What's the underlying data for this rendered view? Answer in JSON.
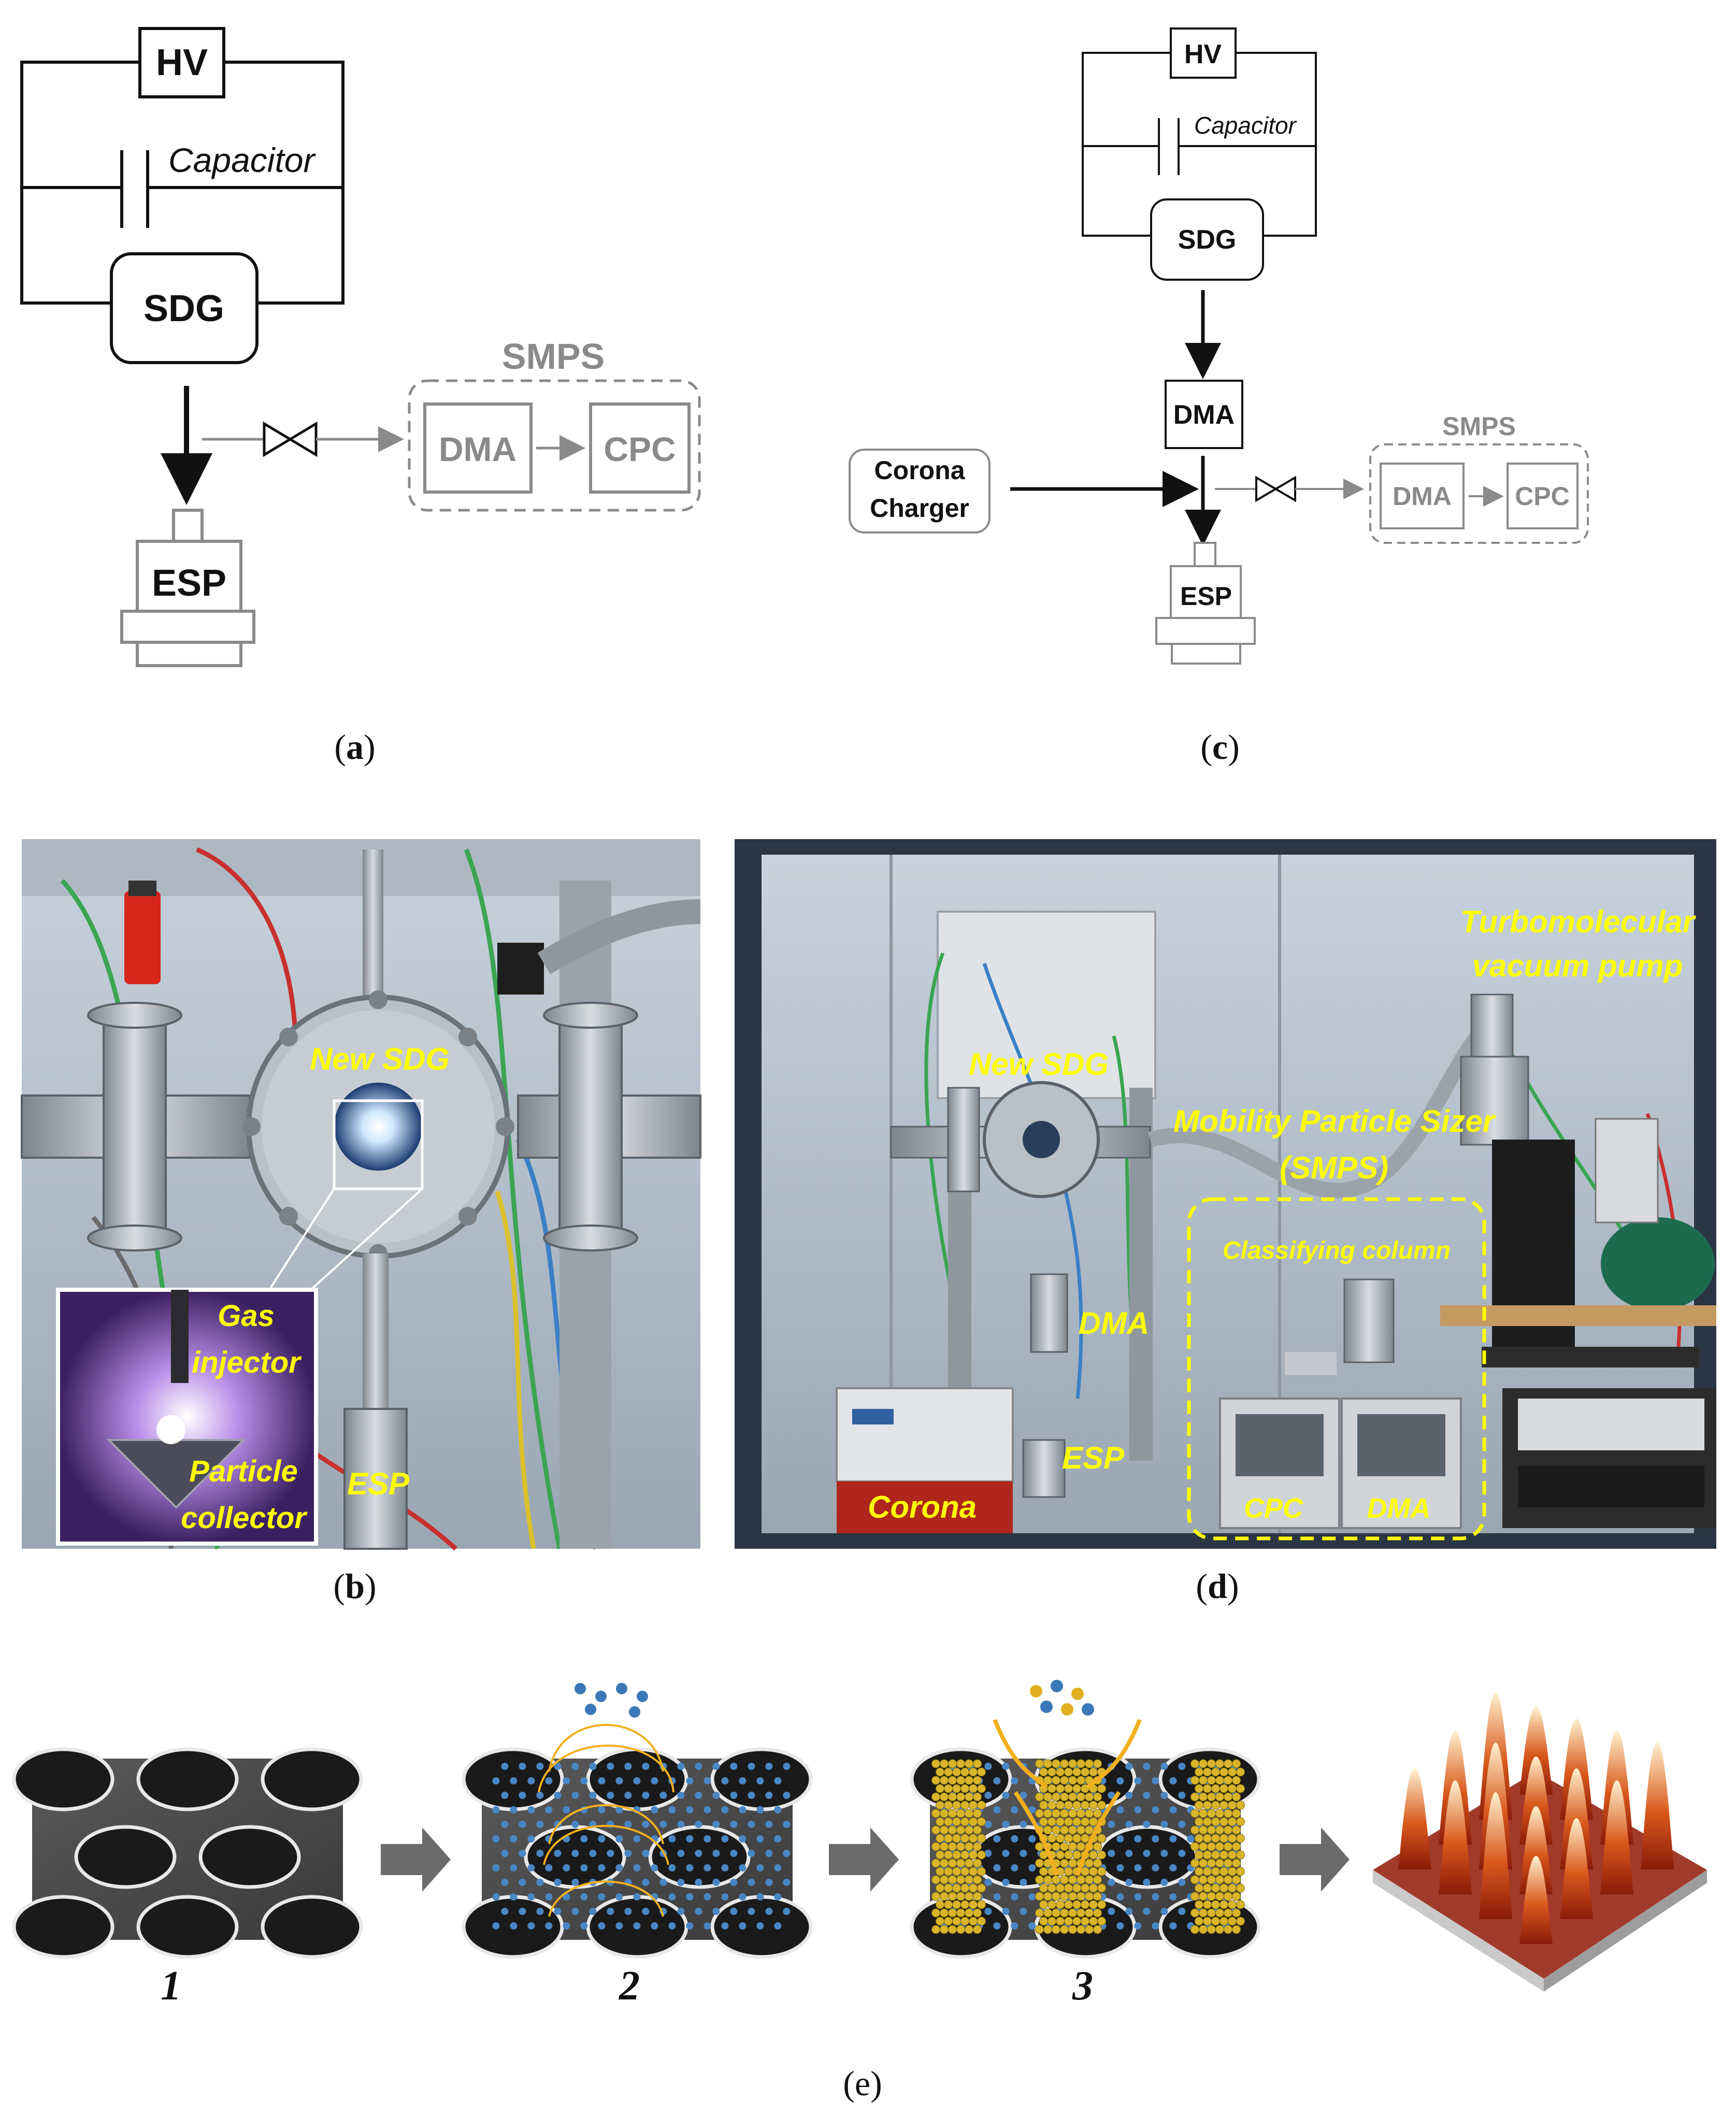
{
  "panel_a": {
    "hv": "HV",
    "capacitor": "Capacitor",
    "sdg": "SDG",
    "esp": "ESP",
    "smps": "SMPS",
    "dma": "DMA",
    "cpc": "CPC",
    "caption": "a"
  },
  "panel_c": {
    "hv": "HV",
    "capacitor": "Capacitor",
    "sdg": "SDG",
    "dma": "DMA",
    "corona_line1": "Corona",
    "corona_line2": "Charger",
    "esp": "ESP",
    "smps": "SMPS",
    "smps_dma": "DMA",
    "smps_cpc": "CPC",
    "caption": "c"
  },
  "panel_b": {
    "new_sdg": "New SDG",
    "gas_line1": "Gas",
    "gas_line2": "injector",
    "particle_line1": "Particle",
    "particle_line2": "collector",
    "esp": "ESP",
    "caption": "b"
  },
  "panel_d": {
    "turbo_line1": "Turbomolecular",
    "turbo_line2": "vacuum pump",
    "new_sdg": "New SDG",
    "mobility_line1": "Mobility Particle Sizer",
    "mobility_line2": "(SMPS)",
    "classifying": "Classifying column",
    "dma": "DMA",
    "esp": "ESP",
    "corona": "Corona",
    "cpc": "CPC",
    "dma2": "DMA",
    "caption": "d"
  },
  "panel_e": {
    "step1": "1",
    "step2": "2",
    "step3": "3",
    "caption": "(e)"
  }
}
